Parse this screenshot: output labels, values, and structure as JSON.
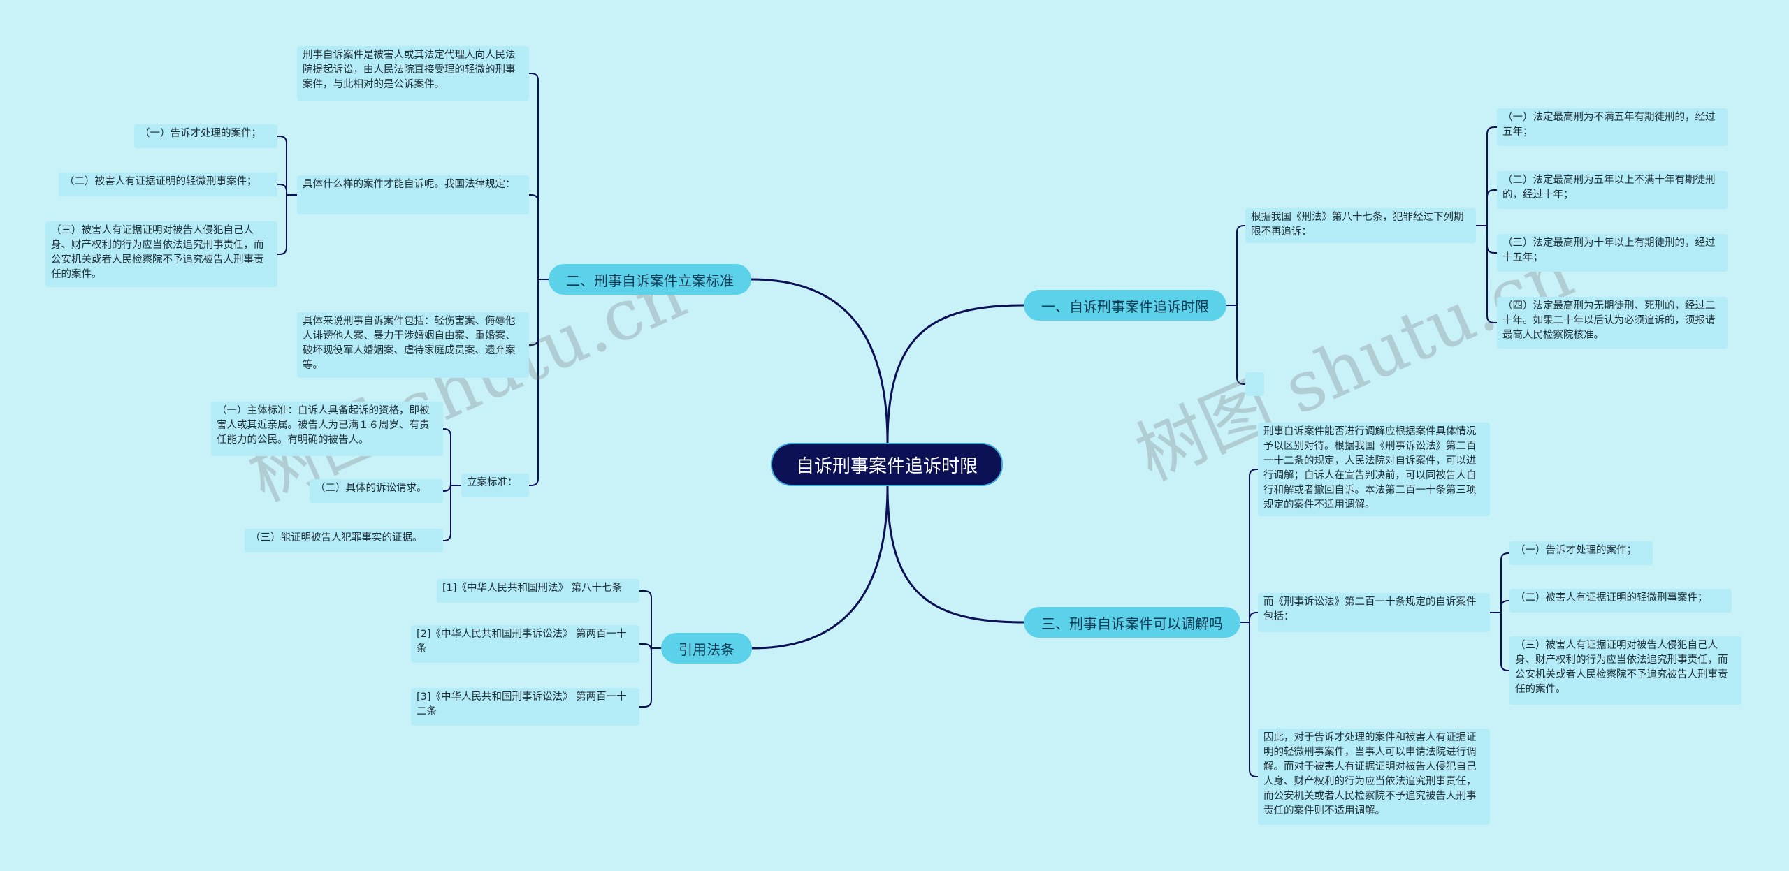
{
  "root": {
    "title": "自诉刑事案件追诉时限"
  },
  "branches": {
    "b1": "一、自诉刑事案件追诉时限",
    "b2": "二、刑事自诉案件立案标准",
    "b3": "三、刑事自诉案件可以调解吗",
    "b4": "引用法条"
  },
  "b1": {
    "intro": "根据我国《刑法》第八十七条，犯罪经过下列期限不再追诉：",
    "items": [
      "（一）法定最高刑为不满五年有期徒刑的，经过五年；",
      "（二）法定最高刑为五年以上不满十年有期徒刑的，经过十年；",
      "（三）法定最高刑为十年以上有期徒刑的，经过十五年；",
      "（四）法定最高刑为无期徒刑、死刑的，经过二十年。如果二十年以后认为必须追诉的，须报请最高人民检察院核准。"
    ],
    "empty": ""
  },
  "b2": {
    "definition": "刑事自诉案件是被害人或其法定代理人向人民法院提起诉讼，由人民法院直接受理的轻微的刑事案件，与此相对的是公诉案件。",
    "law_intro": "具体什么样的案件才能自诉呢。我国法律规定：",
    "law_items": [
      "（一）告诉才处理的案件；",
      "（二）被害人有证据证明的轻微刑事案件；",
      "（三）被害人有证据证明对被告人侵犯自己人身、财产权利的行为应当依法追究刑事责任，而公安机关或者人民检察院不予追究被告人刑事责任的案件。"
    ],
    "examples": "具体来说刑事自诉案件包括：轻伤害案、侮辱他人诽谤他人案、暴力干涉婚姻自由案、重婚案、破坏现役军人婚姻案、虐待家庭成员案、遗弃案等。",
    "standard_label": "立案标准：",
    "standard_items": [
      "（一）主体标准：自诉人具备起诉的资格，即被害人或其近亲属。被告人为已满１６周岁、有责任能力的公民。有明确的被告人。",
      "（二）具体的诉讼请求。",
      "（三）能证明被告人犯罪事实的证据。"
    ]
  },
  "b3": {
    "intro": "刑事自诉案件能否进行调解应根据案件具体情况予以区别对待。根据我国《刑事诉讼法》第二百一十二条的规定，人民法院对自诉案件，可以进行调解；自诉人在宣告判决前，可以同被告人自行和解或者撤回自诉。本法第二百一十条第三项规定的案件不适用调解。",
    "article_label": "而《刑事诉讼法》第二百一十条规定的自诉案件包括：",
    "article_items": [
      "（一）告诉才处理的案件；",
      "（二）被害人有证据证明的轻微刑事案件；",
      "（三）被害人有证据证明对被告人侵犯自己人身、财产权利的行为应当依法追究刑事责任，而公安机关或者人民检察院不予追究被告人刑事责任的案件。"
    ],
    "conclusion": "因此，对于告诉才处理的案件和被害人有证据证明的轻微刑事案件，当事人可以申请法院进行调解。而对于被害人有证据证明对被告人侵犯自己人身、财产权利的行为应当依法追究刑事责任，而公安机关或者人民检察院不予追究被告人刑事责任的案件则不适用调解。"
  },
  "b4": {
    "items": [
      "[1]《中华人民共和国刑法》 第八十七条",
      "[2]《中华人民共和国刑事诉讼法》 第两百一十条",
      "[3]《中华人民共和国刑事诉讼法》 第两百一十二条"
    ]
  },
  "watermarks": [
    "树图 shutu.cn",
    "树图 shutu.cn"
  ],
  "colors": {
    "background": "#c8f1f8",
    "root_fill": "#0c1055",
    "branch_fill": "#5cd1ea",
    "leaf_fill": "#b3ecf7",
    "line": "#0c1055"
  }
}
